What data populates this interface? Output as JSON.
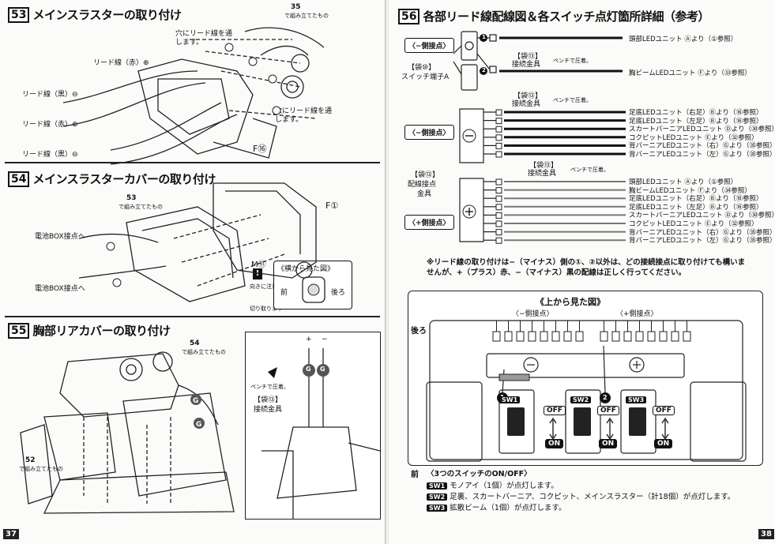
{
  "left": {
    "page_number": "37",
    "s53": {
      "num": "53",
      "title": "メインスラスターの取り付け",
      "ref_num": "35",
      "ref_note": "で組み立てたもの",
      "hole_note_1": "穴にリード線を通します。",
      "hole_note_2": "穴にリード線を通します。",
      "lead_red_plus": "リード線（赤）⊕",
      "lead_black_minus": "リード線（黒）⊖",
      "lead_red_plus_2": "リード線（赤）⊕",
      "lead_black_minus_2": "リード線（黒）⊖",
      "part": "F⑯"
    },
    "s54": {
      "num": "54",
      "title": "メインスラスターカバーの取り付け",
      "ref_num": "53",
      "ref_note": "で組み立てたもの",
      "battery_1": "電池BOX接点へ",
      "battery_2": "電池BOX接点へ",
      "part_f": "F①",
      "part_m": "M⑪",
      "side_view": "《横から見た図》",
      "front": "前",
      "back": "後ろ",
      "caution": "向きに注意",
      "cut": "切り取ります"
    },
    "s55": {
      "num": "55",
      "title": "胸部リアカバーの取り付け",
      "ref_54": "54",
      "ref_54_note": "で組み立てたもの",
      "ref_52": "52",
      "ref_52_note": "で組み立てたもの",
      "g": "G",
      "bag": "【袋⑬】",
      "metal": "接続金具",
      "pliers": "ペンチで圧着。",
      "plus": "+",
      "minus": "−"
    }
  },
  "right": {
    "page_number": "38",
    "s56": {
      "num": "56",
      "title": "各部リード線配線図＆各スイッチ点灯箇所詳細（参考）",
      "minus_contact": "〈−側接点〉",
      "bag10": "【袋⑩】",
      "switch_a": "スイッチ端子A",
      "bag13a": "【袋⑬】",
      "metal_a": "接続金具",
      "pliers_a": "ペンチで圧着。",
      "bag13b": "【袋⑬】",
      "metal_b": "接続金具",
      "pliers_b": "ペンチで圧着。",
      "bag13c": "【袋⑬】",
      "metal_c": "接続金具",
      "pliers_c": "ペンチで圧着。",
      "minus_contact_2": "〈−側接点〉",
      "plus_contact": "〈+側接点〉",
      "bag13d": "【袋⑬】",
      "wiring_contact": "配線接点",
      "metal_d": "金具",
      "marker_1": "1",
      "marker_2": "2",
      "top_rows": [
        "頭部LEDユニット Ⓐより（①参照）",
        "胸ビームLEDユニット Ⓕより（㉝参照）"
      ],
      "minus_rows": [
        "足底LEDユニット（右足）Ⓑより（⑯参照）",
        "足底LEDユニット（左足）Ⓑより（⑯参照）",
        "スカートバーニアLEDユニット Ⓓより（㉚参照）",
        "コクピットLEDユニット Ⓔより（㉜参照）",
        "背バーニアLEDユニット（右）Ⓖより（㉟参照）",
        "背バーニアLEDユニット（左）Ⓖより（㉟参照）"
      ],
      "plus_rows": [
        "頭部LEDユニット Ⓐより（①参照）",
        "胸ビームLEDユニット Ⓕより（㉞参照）",
        "足底LEDユニット（右足）Ⓑより（⑯参照）",
        "足底LEDユニット（左足）Ⓑより（⑯参照）",
        "スカートバーニアLEDユニット Ⓓより（㉚参照）",
        "コクピットLEDユニット Ⓔより（㉜参照）",
        "背バーニアLEDユニット（右）Ⓖより（㉟参照）",
        "背バーニアLEDユニット（左）Ⓖより（㉟参照）"
      ],
      "note": "※リード線の取り付けは−（マイナス）側の①、②以外は、どの接続接点に取り付けても構いませんが、+（プラス）赤、−（マイナス）黒の配線は正しく行ってください。",
      "top_view": "《上から見た図》",
      "back": "後ろ",
      "front": "前",
      "minus_side": "〈−側接点〉",
      "plus_side": "〈+側接点〉",
      "sw1": "SW1",
      "sw2": "SW2",
      "sw3": "SW3",
      "off": "OFF",
      "on": "ON",
      "switch_title": "〈3つのスイッチのON/OFF〉",
      "sw1_desc": "モノアイ（1個）が点灯します。",
      "sw2_desc": "足裏、スカートバーニア、コクピット、メインスラスター（計18個）が点灯します。",
      "sw3_desc": "拡散ビーム（1個）が点灯します。"
    }
  }
}
